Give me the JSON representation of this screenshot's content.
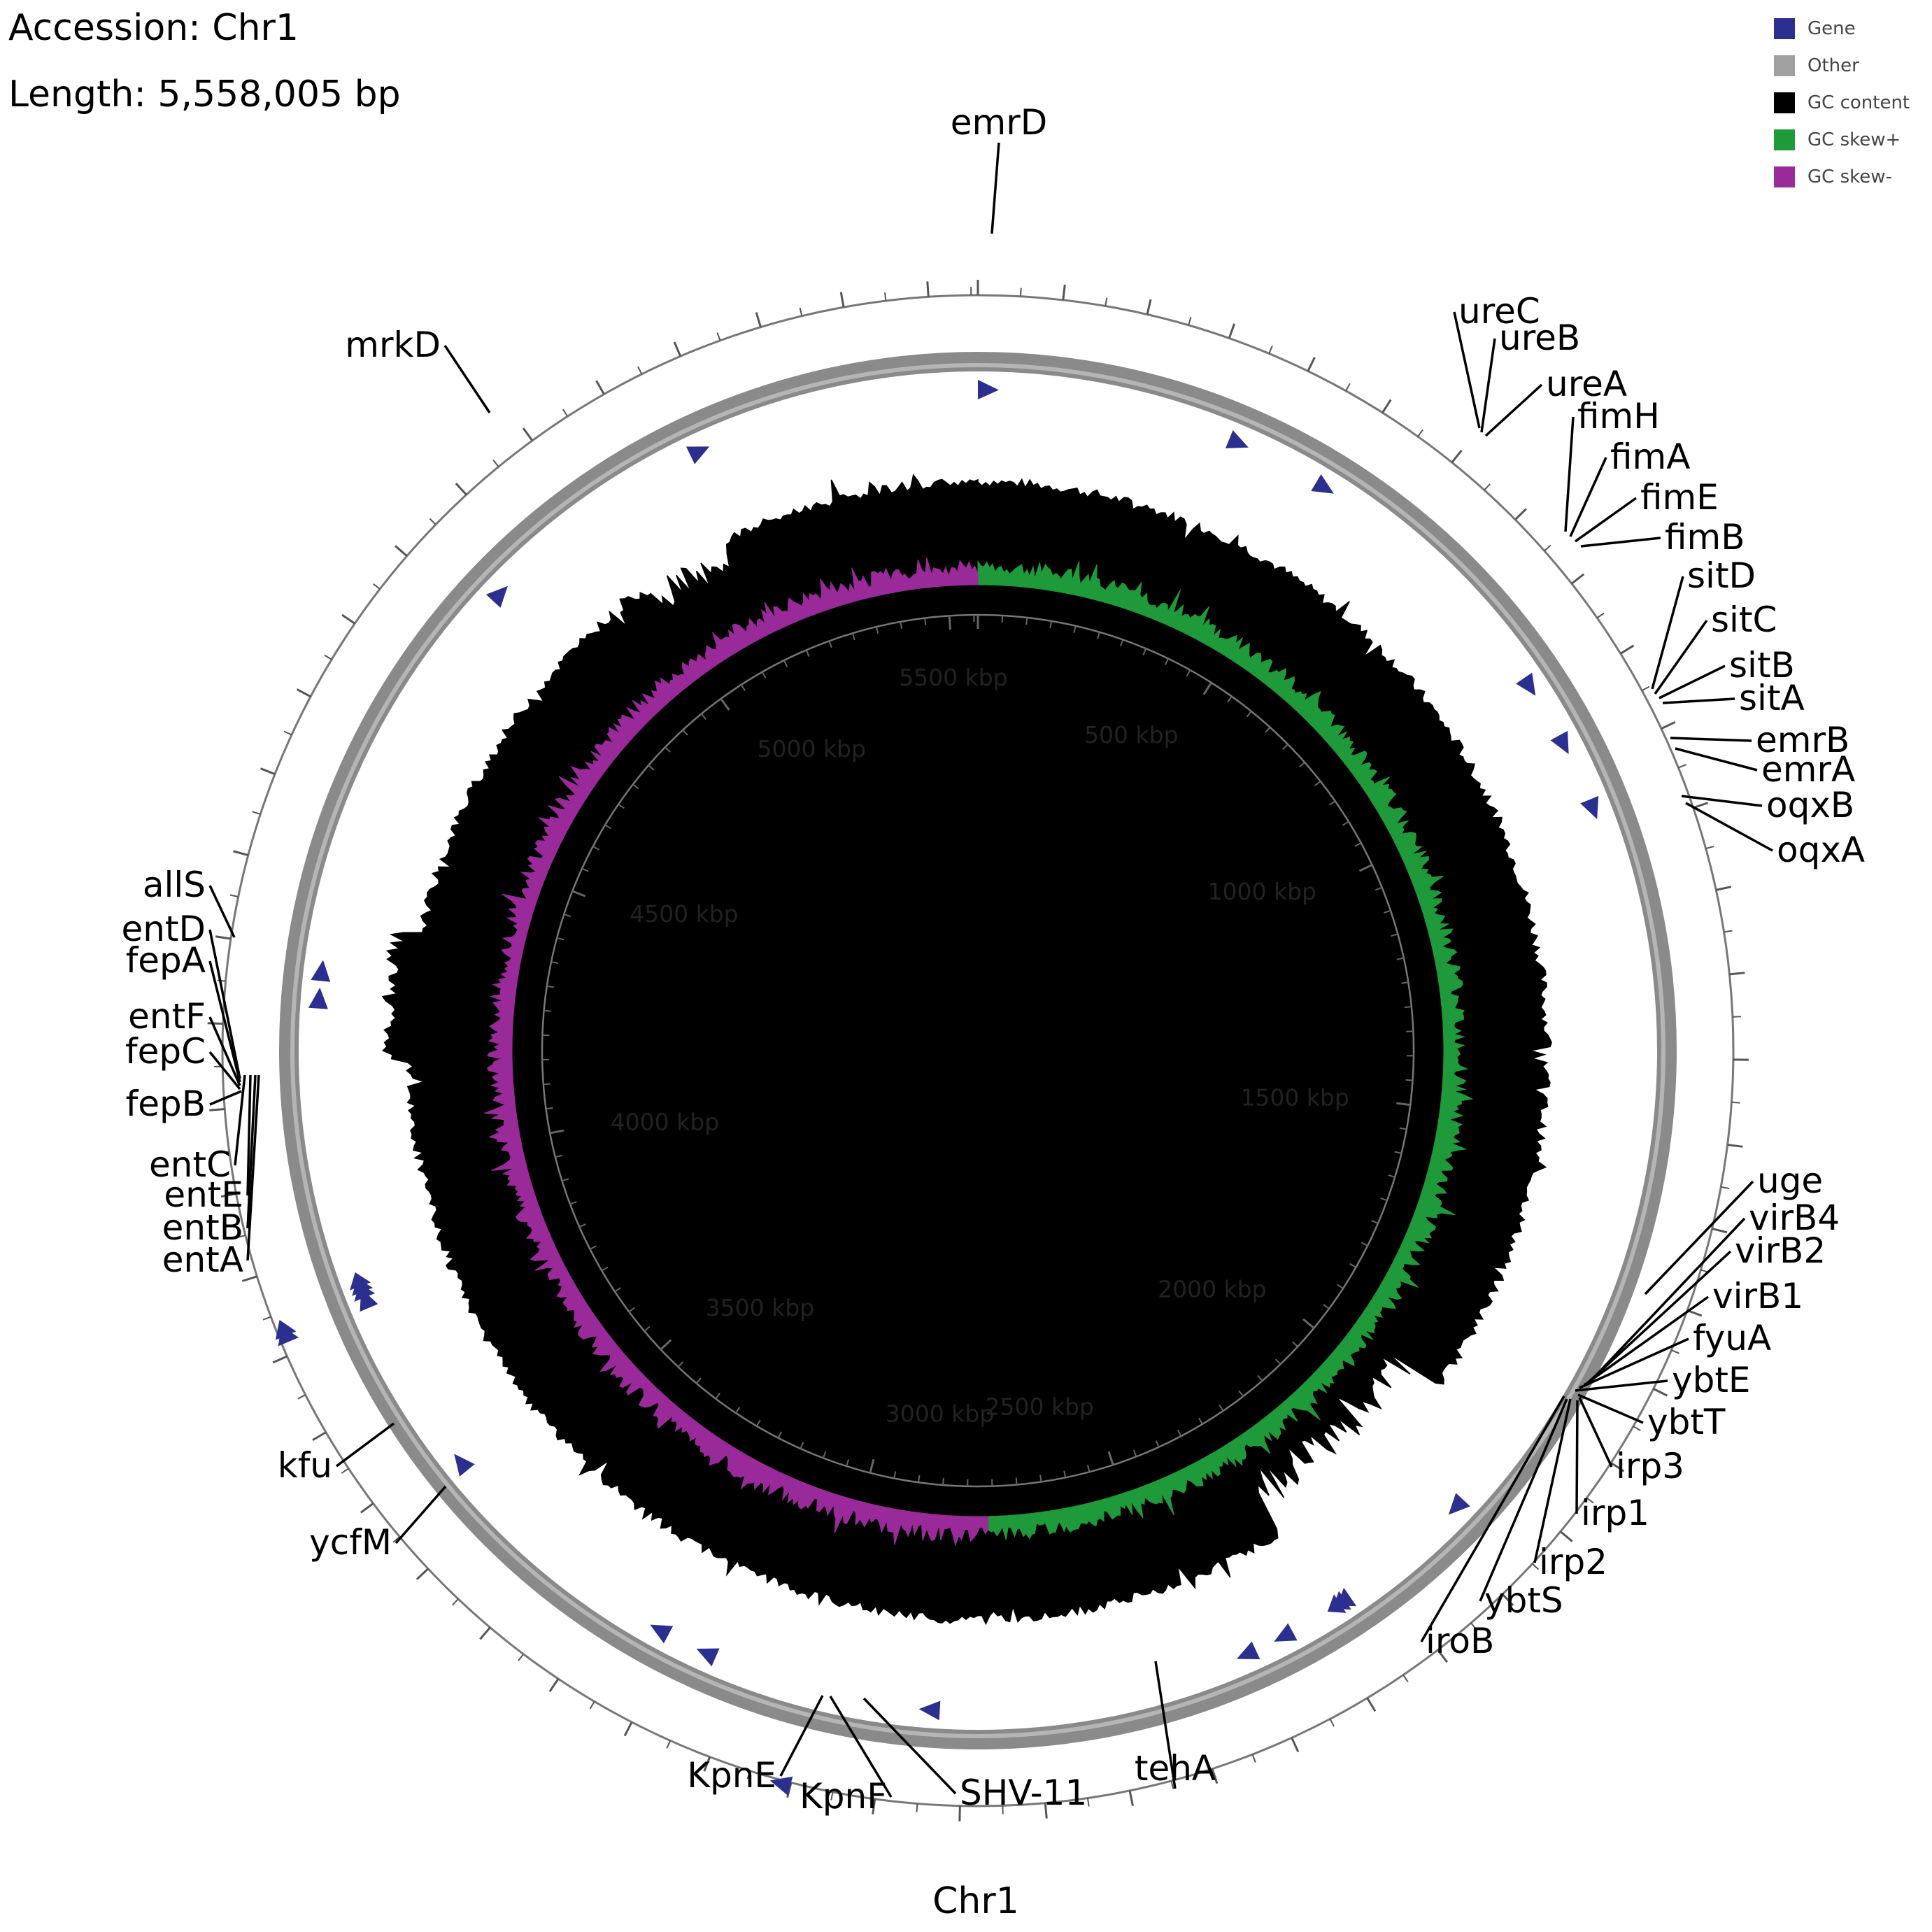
{
  "header": {
    "accession": "Accession: Chr1",
    "length": "Length: 5,558,005 bp"
  },
  "footer_title": "Chr1",
  "legend": [
    {
      "label": "Gene",
      "color": "#2b2f8f"
    },
    {
      "label": "Other",
      "color": "#a0a0a0"
    },
    {
      "label": "GC content",
      "color": "#000000"
    },
    {
      "label": "GC skew+",
      "color": "#1f9a3a"
    },
    {
      "label": "GC skew-",
      "color": "#9a2a9a"
    }
  ],
  "genome_length_kbp": 5558,
  "kbp_labels": [
    "500 kbp",
    "1000 kbp",
    "1500 kbp",
    "2000 kbp",
    "2500 kbp",
    "3000 kbp",
    "3500 kbp",
    "4000 kbp",
    "4500 kbp",
    "5000 kbp",
    "5500 kbp"
  ],
  "gene_labels": [
    "emrD",
    "ureC",
    "ureB",
    "ureA",
    "fimH",
    "fimA",
    "fimE",
    "fimB",
    "sitD",
    "sitC",
    "sitB",
    "sitA",
    "emrB",
    "emrA",
    "oqxB",
    "oqxA",
    "uge",
    "virB4",
    "virB2",
    "virB1",
    "fyuA",
    "ybtE",
    "ybtT",
    "irp3",
    "irp1",
    "irp2",
    "ybtS",
    "iroB",
    "tehA",
    "SHV-11",
    "KpnF",
    "KpnE",
    "ycfM",
    "kfu",
    "entA",
    "entB",
    "entE",
    "entC",
    "fepB",
    "fepC",
    "entF",
    "fepA",
    "entD",
    "allS",
    "mrkD"
  ]
}
